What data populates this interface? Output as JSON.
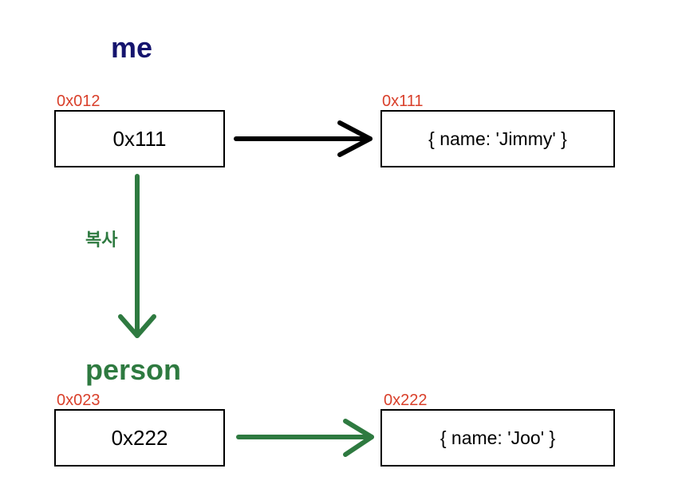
{
  "colors": {
    "me": "#15146e",
    "person": "#2e7a40",
    "address": "#d9402b",
    "black_arrow": "#000000",
    "green_arrow": "#2e7a40"
  },
  "me": {
    "name": "me",
    "address": "0x012",
    "value": "0x111",
    "target_address": "0x111",
    "target_object": "{ name: 'Jimmy' }"
  },
  "copy_label": "복사",
  "person": {
    "name": "person",
    "address": "0x023",
    "value": "0x222",
    "target_address": "0x222",
    "target_object": "{ name: 'Joo' }"
  }
}
